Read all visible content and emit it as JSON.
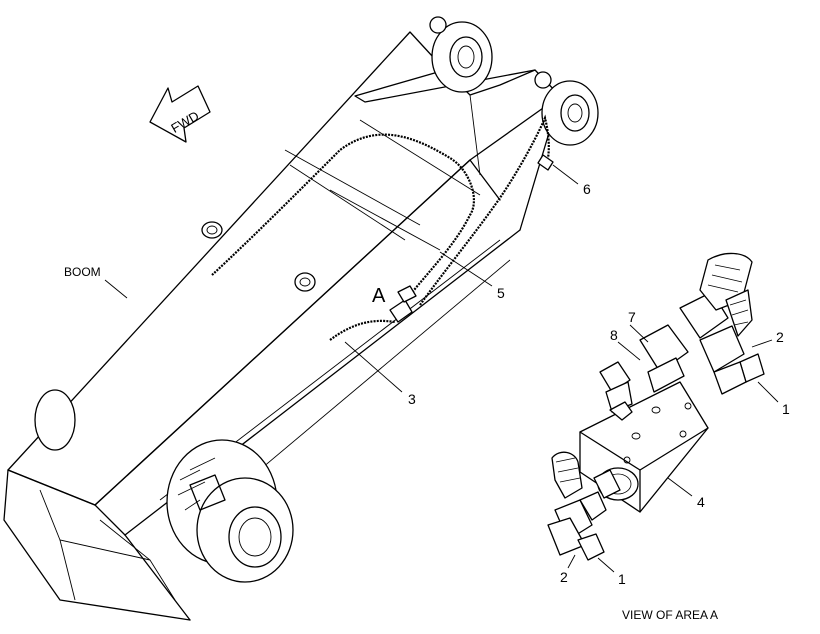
{
  "labels": {
    "fwd": "FWD",
    "boom": "BOOM",
    "area": "A",
    "view_caption": "VIEW OF AREA A",
    "callouts": {
      "c1_top": "1",
      "c1_bottom": "1",
      "c2_top": "2",
      "c2_bottom": "2",
      "c3": "3",
      "c4": "4",
      "c5": "5",
      "c6": "6",
      "c7": "7",
      "c8": "8"
    }
  }
}
